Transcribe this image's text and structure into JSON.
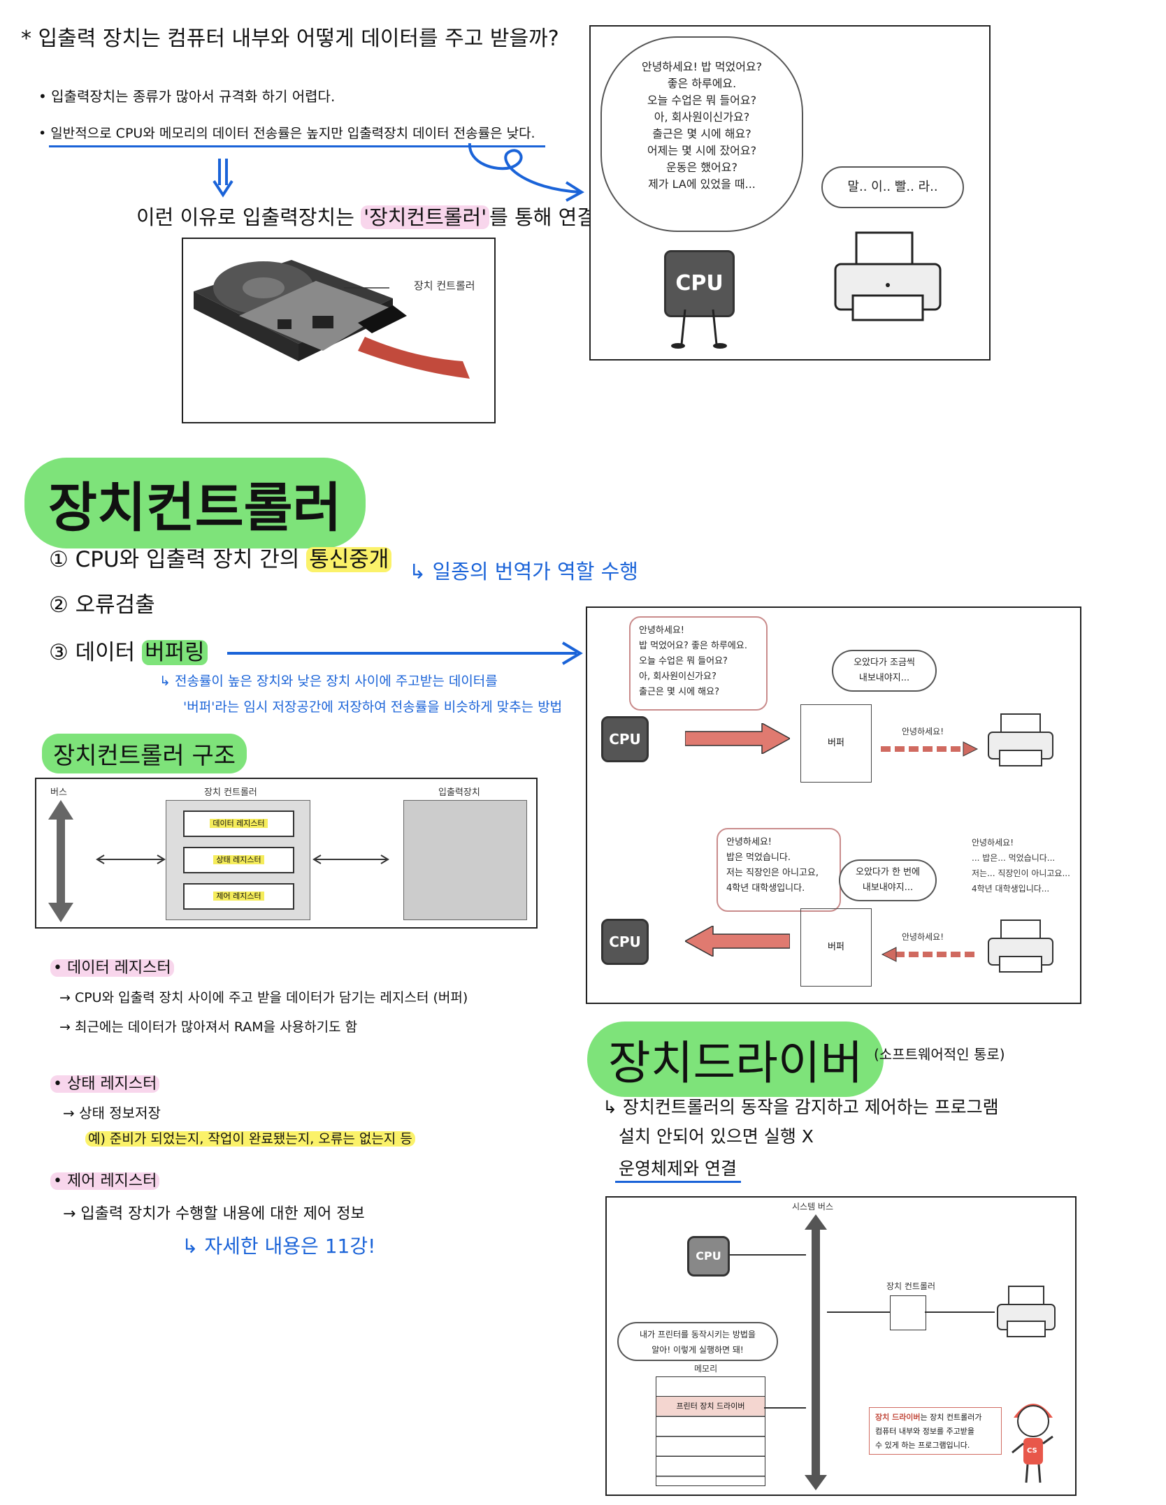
{
  "top": {
    "title": "* 입출력 장치는 컴퓨터 내부와 어떻게 데이터를 주고 받을까?",
    "bullet1": "• 입출력장치는 종류가 많아서 규격화 하기 어렵다.",
    "bullet2": "• 일반적으로 CPU와 메모리의 데이터 전송률은 높지만 입출력장치 데이터 전송률은 낮다.",
    "conclusion_prefix": "이런 이유로 입출력장치는",
    "conclusion_hl": "'장치컨트롤러'",
    "conclusion_suffix": "를 통해 연결",
    "hdd_label": "장치 컨트롤러"
  },
  "comic1": {
    "cpu_lines": [
      "안녕하세요! 밥 먹었어요?",
      "좋은 하루에요.",
      "오늘 수업은 뭐 들어요?",
      "아, 회사원이신가요?",
      "출근은 몇 시에 해요?",
      "어제는 몇 시에 잤어요?",
      "운동은 했어요?",
      "제가 LA에 있었을 때..."
    ],
    "printer_line": "말.. 이.. 빨.. 라..",
    "cpu_label": "CPU"
  },
  "section1": {
    "title": "장치컨트롤러",
    "item1_prefix": "① CPU와 입출력 장치 간의",
    "item1_hl": "통신중개",
    "item1_note": "↳ 일종의 번역가 역할 수행",
    "item2": "② 오류검출",
    "item3_prefix": "③ 데이터",
    "item3_hl": "버퍼링",
    "buffer_note1": "↳ 전송률이 높은 장치와 낮은 장치 사이에 주고받는 데이터를",
    "buffer_note2": "'버퍼'라는 임시 저장공간에 저장하여 전송률을 비슷하게 맞추는 방법"
  },
  "structure": {
    "title": "장치컨트롤러 구조",
    "bus_label": "버스",
    "controller_label": "장치 컨트롤러",
    "io_label": "입출력장치",
    "registers": [
      "데이터 레지스터",
      "상태 레지스터",
      "제어 레지스터"
    ]
  },
  "registers_notes": {
    "data_title": "• 데이터 레지스터",
    "data_l1": "→ CPU와 입출력 장치 사이에 주고 받을 데이터가 담기는 레지스터 (버퍼)",
    "data_l2": "→ 최근에는 데이터가 많아져서 RAM을 사용하기도 함",
    "status_title": "• 상태 레지스터",
    "status_l1": "→ 상태 정보저장",
    "status_l2": "예) 준비가 되었는지, 작업이 완료됐는지, 오류는 없는지 등",
    "control_title": "• 제어 레지스터",
    "control_l1": "→ 입출력 장치가 수행할 내용에 대한 제어 정보",
    "control_note": "↳ 자세한 내용은 11강!"
  },
  "buffer_diagram": {
    "cpu_label": "CPU",
    "buffer_label": "버퍼",
    "top_bubble": [
      "안녕하세요!",
      "밥 먹었어요? 좋은 하루에요.",
      "오늘 수업은 뭐 들어요?",
      "아, 회사원이신가요?",
      "출근은 몇 시에 해요?"
    ],
    "top_right_bubble": [
      "오았다가 조금씩",
      "내보내야지..."
    ],
    "top_dash_label": "안녕하세요!",
    "bottom_bubble": [
      "안녕하세요!",
      "밥은 먹었습니다.",
      "저는 직장인은 아니고요,",
      "4학년 대학생입니다."
    ],
    "bottom_mid_bubble": [
      "오았다가 한 번에",
      "내보내야지..."
    ],
    "bottom_right_text": [
      "안녕하세요!",
      "... 밥은... 먹었습니다...",
      "저는... 직장인이 아니고요...",
      "4학년 대학생입니다..."
    ],
    "bottom_dash_label": "안녕하세요!"
  },
  "driver": {
    "title": "장치드라이버",
    "note": "(소프트웨어적인 통로)",
    "line1": "↳ 장치컨트롤러의 동작을 감지하고 제어하는 프로그램",
    "line2": "설치 안되어 있으면 실행 X",
    "line3": "운영체제와 연결",
    "sys_bus": "시스템 버스",
    "cpu_label": "CPU",
    "controller_label": "장치 컨트롤러",
    "memory_label": "메모리",
    "printer_driver": "프린터 장치 드라이버",
    "bubble": [
      "내가 프린터를 동작시키는 방법을",
      "알아! 이렇게 실행하면 돼!"
    ],
    "info_bold": "장치 드라이버",
    "info_rest": "는 장치 컨트롤러가",
    "info_l2": "컴퓨터 내부와 정보를 주고받을",
    "info_l3": "수 있게 하는 프로그램입니다.",
    "badge": "CS"
  }
}
